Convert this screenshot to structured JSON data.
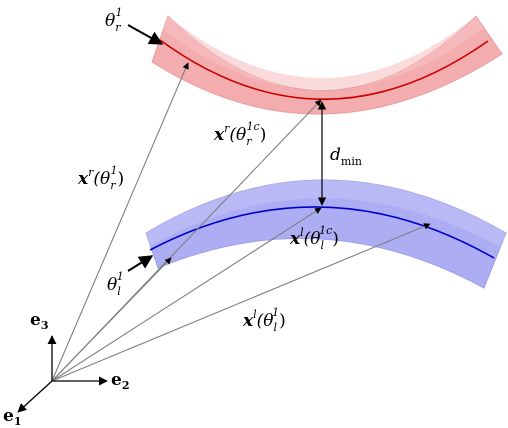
{
  "colors": {
    "upper_tube_fill": "#f4a9ab",
    "upper_tube_edge": "#e79a9d",
    "upper_centerline": "#cc0000",
    "lower_tube_fill": "#a9a9f4",
    "lower_tube_edge": "#9a9ae6",
    "lower_centerline": "#0000cc",
    "vector_lines": "#7f7f7f",
    "axes": "#000000"
  },
  "labels": {
    "theta_r1": {
      "base": "θ",
      "sub": "r",
      "sup": "1"
    },
    "x_r_theta_r1c": {
      "bold": "x",
      "sup": "r",
      "arg": "(θ",
      "argsub": "r",
      "argsup": "1c",
      "close": ")"
    },
    "d_min": {
      "base": "d",
      "sub": "min"
    },
    "x_r_theta_r1": {
      "bold": "x",
      "sup": "r",
      "arg": "(θ",
      "argsub": "r",
      "argsup": "1",
      "close": ")"
    },
    "x_l_theta_l1c": {
      "bold": "x",
      "sup": "l",
      "arg": "(θ",
      "argsub": "l",
      "argsup": "1c",
      "close": ")"
    },
    "theta_l1": {
      "base": "θ",
      "sub": "l",
      "sup": "1"
    },
    "x_l_theta_l1": {
      "bold": "x",
      "sup": "l",
      "arg": "(θ",
      "argsub": "l",
      "argsup": "1",
      "close": ")"
    },
    "e3": {
      "base": "e",
      "sub": "3"
    },
    "e2": {
      "base": "e",
      "sub": "2"
    },
    "e1": {
      "base": "e",
      "sub": "1"
    }
  }
}
